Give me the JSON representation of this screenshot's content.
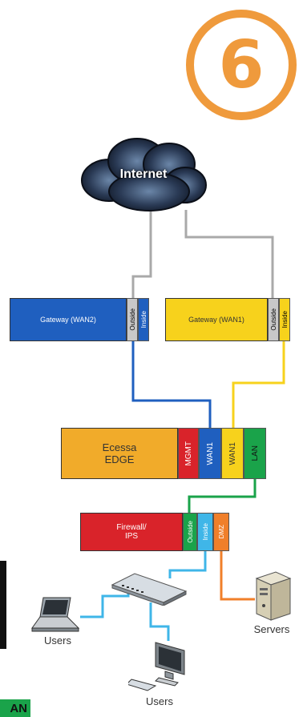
{
  "badge": {
    "number": "6"
  },
  "cloud": {
    "label": "Internet"
  },
  "gateway_wan2": {
    "label": "Gateway (WAN2)",
    "port_outside": "Outside",
    "port_inside": "Inside"
  },
  "gateway_wan1": {
    "label": "Gateway (WAN1)",
    "port_outside": "Outside",
    "port_inside": "Inside"
  },
  "edge": {
    "label_line1": "Ecessa",
    "label_line2": "EDGE",
    "ports": {
      "mgmt": "MGMT",
      "wan1": "WAN1",
      "wan1_b": "WAN1",
      "lan": "LAN"
    }
  },
  "firewall": {
    "label_line1": "Firewall/",
    "label_line2": "IPS",
    "ports": {
      "outside": "Outside",
      "inside": "Inside",
      "dmz": "DMZ"
    }
  },
  "servers": {
    "label": "Servers"
  },
  "users_laptop": {
    "label": "Users"
  },
  "users_desktop": {
    "label": "Users"
  },
  "corner_tag": {
    "label": "AN"
  },
  "colors": {
    "orange": "#ef9a3c",
    "blue": "#1f5fbf",
    "yellow": "#f7d21c",
    "red": "#d9232a",
    "green": "#1aa34a",
    "cyan": "#3fb6e8",
    "gray": "#a9a9a9"
  },
  "icons": [
    "cloud-icon",
    "switch-icon",
    "laptop-icon",
    "desktop-icon",
    "server-icon"
  ]
}
